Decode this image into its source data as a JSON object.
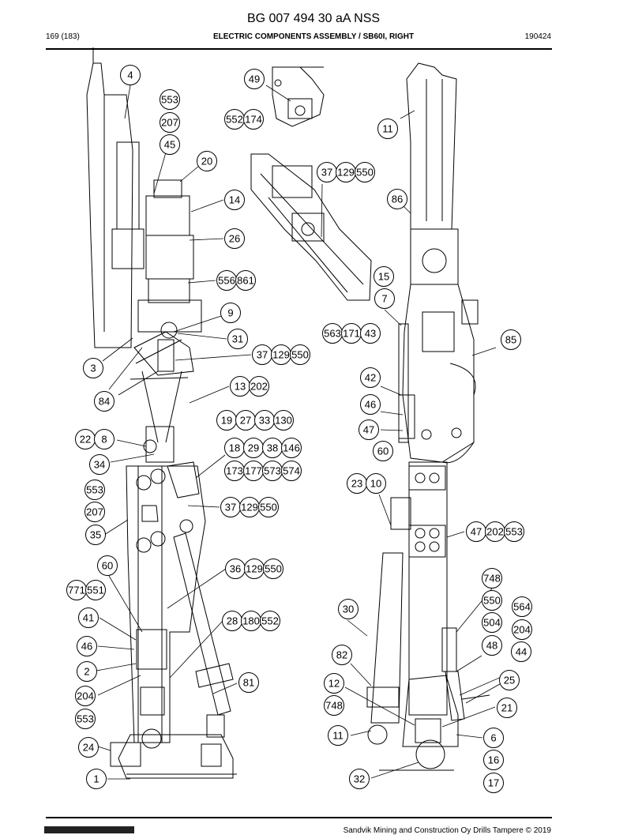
{
  "header": {
    "title": "BG 007 494 30 aA NSS",
    "page": "169 (183)",
    "section": "ELECTRIC COMPONENTS ASSEMBLY / SB60I, RIGHT",
    "date": "190424"
  },
  "footer": {
    "copyright": "Sandvik Mining and Construction Oy Drills Tampere © 2019"
  },
  "callouts": [
    [
      "4"
    ],
    [
      "553"
    ],
    [
      "207"
    ],
    [
      "45"
    ],
    [
      "20"
    ],
    [
      "14"
    ],
    [
      "26"
    ],
    [
      "556",
      "861"
    ],
    [
      "9"
    ],
    [
      "31"
    ],
    [
      "37",
      "129",
      "550"
    ],
    [
      "3"
    ],
    [
      "84"
    ],
    [
      "13",
      "202"
    ],
    [
      "19",
      "27",
      "33",
      "130"
    ],
    [
      "22",
      "8"
    ],
    [
      "34"
    ],
    [
      "18",
      "29",
      "38",
      "146"
    ],
    [
      "173",
      "177",
      "573",
      "574"
    ],
    [
      "553"
    ],
    [
      "207"
    ],
    [
      "35"
    ],
    [
      "37",
      "129",
      "550"
    ],
    [
      "60"
    ],
    [
      "771",
      "551"
    ],
    [
      "36",
      "129",
      "550"
    ],
    [
      "41"
    ],
    [
      "46"
    ],
    [
      "2"
    ],
    [
      "204"
    ],
    [
      "553"
    ],
    [
      "28",
      "180",
      "552"
    ],
    [
      "81"
    ],
    [
      "24"
    ],
    [
      "1"
    ],
    [
      "49"
    ],
    [
      "552",
      "174"
    ],
    [
      "37",
      "129",
      "550"
    ],
    [
      "11"
    ],
    [
      "86"
    ],
    [
      "15"
    ],
    [
      "7"
    ],
    [
      "563",
      "171",
      "43"
    ],
    [
      "85"
    ],
    [
      "42"
    ],
    [
      "46"
    ],
    [
      "47"
    ],
    [
      "60"
    ],
    [
      "23",
      "10"
    ],
    [
      "47",
      "202",
      "553"
    ],
    [
      "748"
    ],
    [
      "550"
    ],
    [
      "564"
    ],
    [
      "504"
    ],
    [
      "204"
    ],
    [
      "48"
    ],
    [
      "44"
    ],
    [
      "30"
    ],
    [
      "82"
    ],
    [
      "25"
    ],
    [
      "12"
    ],
    [
      "748"
    ],
    [
      "21"
    ],
    [
      "11"
    ],
    [
      "6"
    ],
    [
      "16"
    ],
    [
      "32"
    ],
    [
      "17"
    ]
  ]
}
